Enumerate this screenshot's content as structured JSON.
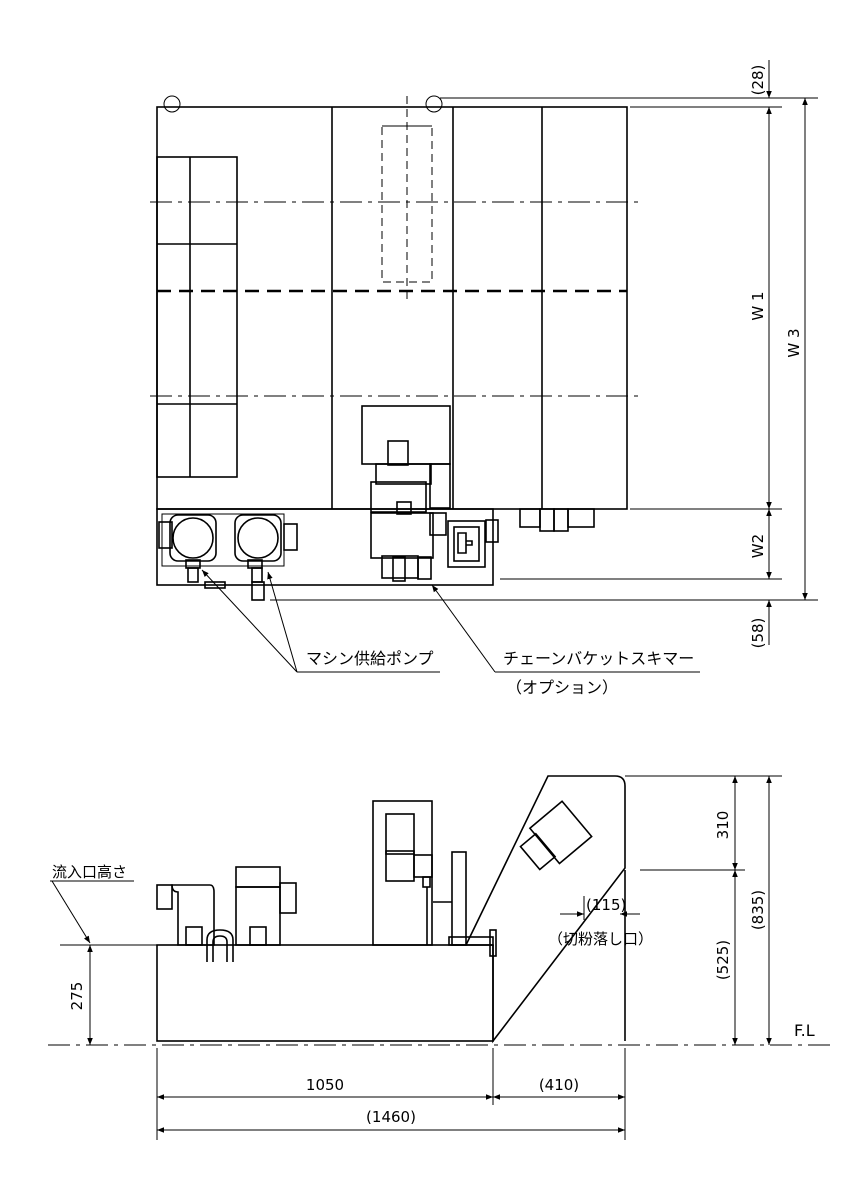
{
  "top_view": {
    "dim_top_offset": "(28)",
    "dim_w1": "W 1",
    "dim_w3": "W 3",
    "dim_w2": "W2",
    "dim_bottom_offset": "(58)",
    "label_pump": "マシン供給ポンプ",
    "label_skimmer": "チェーンバケットスキマー",
    "label_option": "（オプション）"
  },
  "side_view": {
    "label_inlet_height": "流入口高さ",
    "dim_inlet": "275",
    "dim_upper": "310",
    "dim_lower": "(525)",
    "dim_total_height": "(835)",
    "dim_chute": "(115)",
    "label_chute": "（切粉落し口）",
    "label_floor": "F.L",
    "dim_tank_length": "1050",
    "dim_conveyor_length": "(410)",
    "dim_total_length": "(1460)"
  }
}
